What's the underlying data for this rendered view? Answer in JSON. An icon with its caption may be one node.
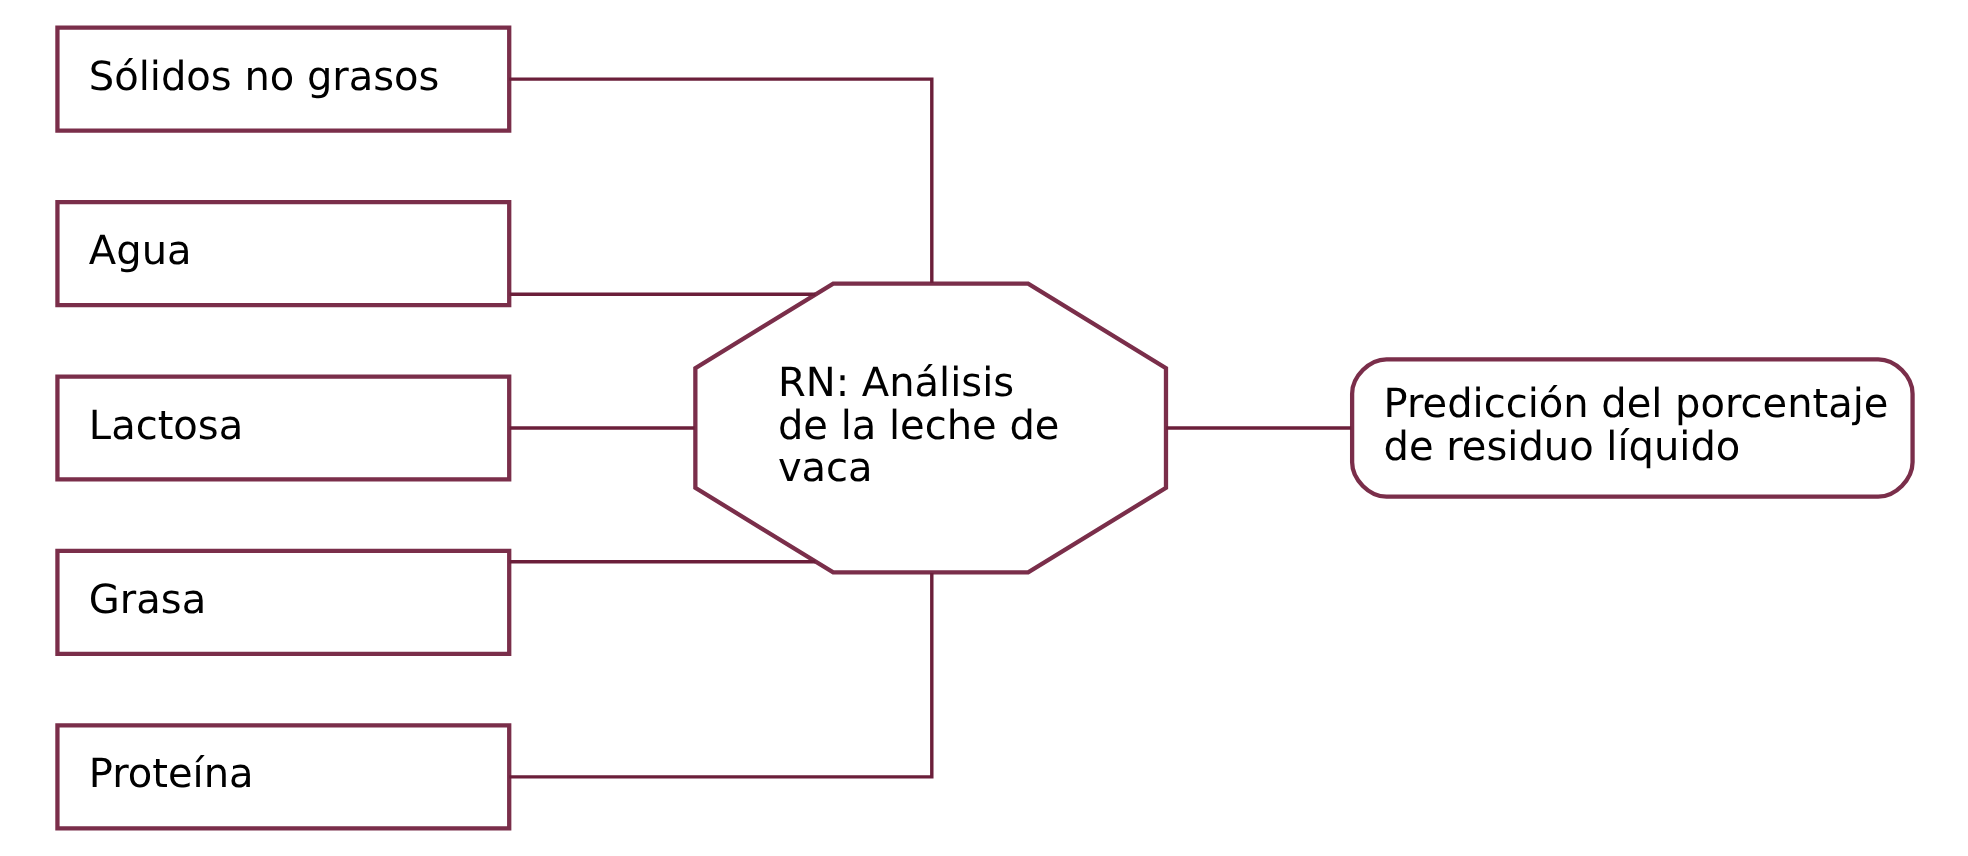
{
  "diagram": {
    "nodes": [
      {
        "text": [
          "Sólidos no grasos"
        ]
      },
      {
        "text": [
          "Agua"
        ]
      },
      {
        "text": [
          "Lactosa"
        ]
      },
      {
        "text": [
          "Grasa"
        ]
      },
      {
        "text": [
          "Proteína"
        ]
      },
      {
        "text": [
          "RN: Análisis de la leche de vaca"
        ]
      },
      {
        "text": [
          "Predicción del porcentaje de residuo líquido"
        ]
      }
    ],
    "edges": [
      {
        "from": 0,
        "to": 5,
        "arrow": "none"
      },
      {
        "from": 1,
        "to": 5,
        "arrow": "none"
      },
      {
        "from": 2,
        "to": 5,
        "arrow": "none"
      },
      {
        "from": 3,
        "to": 5,
        "arrow": "none"
      },
      {
        "from": 4,
        "to": 5,
        "arrow": "none"
      },
      {
        "from": 5,
        "to": 6,
        "arrow": "none"
      }
    ]
  }
}
